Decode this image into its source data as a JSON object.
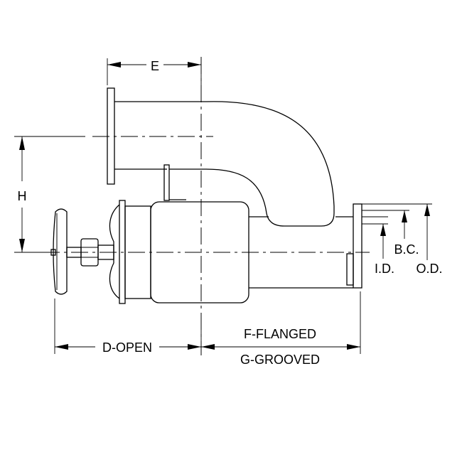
{
  "drawing": {
    "labels": {
      "e": "E",
      "h": "H",
      "d_open": "D-OPEN",
      "f_flanged": "F-FLANGED",
      "g_grooved": "G-GROOVED",
      "bc": "B.C.",
      "id": "I.D.",
      "od": "O.D."
    }
  }
}
